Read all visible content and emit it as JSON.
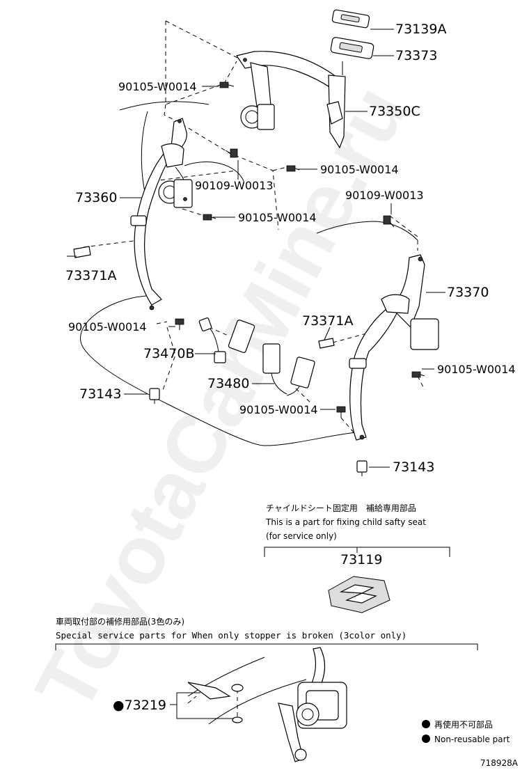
{
  "diagram": {
    "parts": {
      "p73139A": "73139A",
      "p73373": "73373",
      "p90105_top": "90105-W0014",
      "p73350C": "73350C",
      "p90105_mid": "90105-W0014",
      "p90109_left": "90109-W0013",
      "p73360": "73360",
      "p90109_right": "90109-W0013",
      "p90105_left": "90105-W0014",
      "p73371A_left": "73371A",
      "p73370": "73370",
      "p90105_lowleft": "90105-W0014",
      "p73371A_right": "73371A",
      "p73470B": "73470B",
      "p90105_right": "90105-W0014",
      "p73480": "73480",
      "p73143_left": "73143",
      "p90105_bottom": "90105-W0014",
      "p73143_right": "73143",
      "p73119": "73119",
      "p73219": "●73219"
    },
    "child_seat_note": {
      "jp": "チャイルドシート固定用　補給専用部品",
      "en1": "This is a part for fixing child safty seat",
      "en2": "(for service only)"
    },
    "special_note": {
      "jp": "車両取付部の補修用部品(3色のみ)",
      "en": "Special  service  parts  for  When  only  stopper  is  broken  (3color  only)"
    },
    "legend": {
      "jp": "再使用不可部品",
      "en": "Non-reusable part"
    },
    "figure_id": "718928A",
    "watermark": "ToyotaCarMine.ru"
  }
}
